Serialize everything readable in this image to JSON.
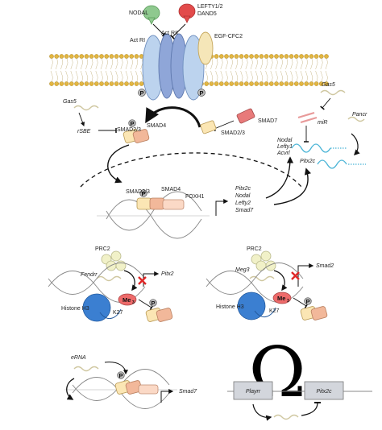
{
  "ligands": {
    "nodal": "NODAL",
    "lefty_line1": "LEFTY1/2",
    "lefty_line2": "DAND5",
    "egf_cfc": "EGF-CFC2"
  },
  "receptors": {
    "act_ri": "Act RI",
    "act_rii": "Act RII"
  },
  "phospho_mark": "P",
  "left_panel": {
    "gas5": "Gas5",
    "rsbe": "rSBE",
    "smad23": "SMAD2/3",
    "smad4": "SMAD4",
    "smad7": "SMAD7",
    "smad23_right": "SMAD2/3"
  },
  "right_panel": {
    "gas5": "Gas5",
    "mir": "miR",
    "nodal": "Nodal",
    "lefty": "Lefty1",
    "acvr": "Acvrl",
    "pancr": "Pancr",
    "pitx2c": "Pitx2c"
  },
  "nucleus": {
    "smad23": "SMAD2/3",
    "smad4": "SMAD4",
    "foxh1": "FOXH1",
    "targets": [
      "Pitx2c",
      "Nodal",
      "Lefty2",
      "Smad7"
    ]
  },
  "fendrr_panel": {
    "prc2": "PRC2",
    "lnc": "Fendrr",
    "target": "Pitx2",
    "histone": "Histone H3",
    "me3_base": "Me",
    "me3_sub": "3",
    "k27": "K27"
  },
  "meg3_panel": {
    "prc2": "PRC2",
    "lnc": "Meg3",
    "target": "Smad2",
    "histone": "Histone H3",
    "me3_base": "Me",
    "me3_sub": "3",
    "k27": "K27"
  },
  "erna_panel": {
    "erna": "eRNA",
    "target": "Smad7"
  },
  "playrr_panel": {
    "omega": "Ω",
    "left_box": "Playrr",
    "right_box": "Pitx2c"
  },
  "colors": {
    "nodal": "#8fc98f",
    "lefty": "#e24b4b",
    "egf": "#f5e6b8",
    "receptor": "#bcd3ee",
    "receptor_inner": "#8fa6d8",
    "smad_yellow": "#fbe6b4",
    "smad_orange": "#f2b89a",
    "smad7": "#e87a7a",
    "foxh1": "#fbd9c6",
    "prc2": "#f1f1c8",
    "histone": "#3b7fd1",
    "me3": "#ee6b6b",
    "mirna": "#e89a9a",
    "membrane_head": "#e4b53b",
    "rna": "#4ab4d6",
    "grey_box": "#d3d6dc"
  }
}
